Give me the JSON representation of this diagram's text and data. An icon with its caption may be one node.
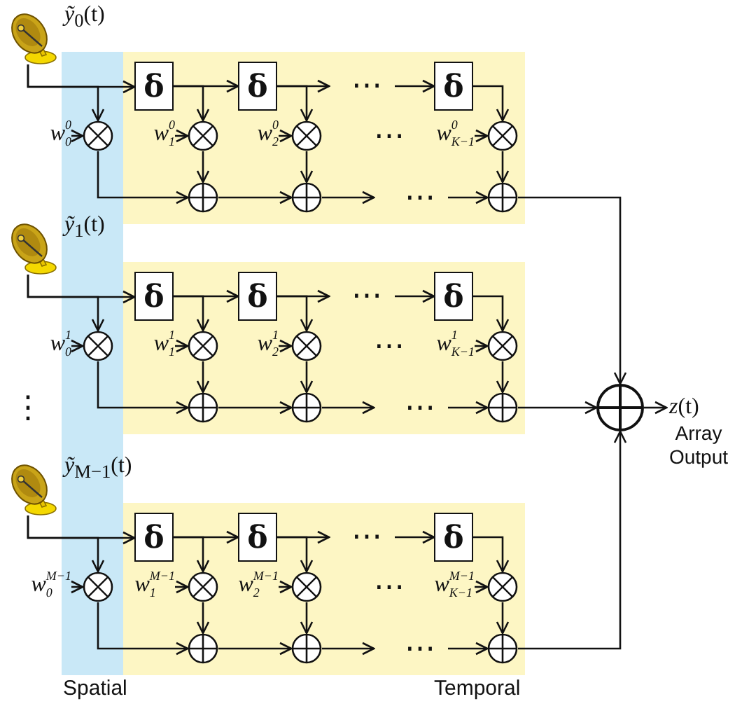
{
  "diagram": {
    "nodes": [
      {
        "text": [],
        "shape": "picture",
        "beside": [
          "*ỹ*$_{0}$(t)"
        ]
      },
      {
        "text": [
          "δ"
        ]
      },
      {
        "text": [
          "δ"
        ]
      },
      {
        "text": [
          "δ"
        ]
      },
      {
        "text": [
          "w$_{0}$$^{0}$"
        ]
      },
      {
        "text": [],
        "shape": "circle"
      },
      {
        "text": [
          "w$_{1}$$^{0}$"
        ]
      },
      {
        "text": [],
        "shape": "circle"
      },
      {
        "text": [
          "w$_{2}$$^{0}$"
        ]
      },
      {
        "text": [],
        "shape": "circle"
      },
      {
        "text": [
          "w$_{K−1}$$^{0}$"
        ]
      },
      {
        "text": [],
        "shape": "circle"
      },
      {
        "text": [],
        "shape": "circle"
      },
      {
        "text": [],
        "shape": "circle"
      },
      {
        "text": [],
        "shape": "circle"
      },
      {
        "text": [],
        "shape": "picture",
        "beside": [
          "*ỹ*$_{1}$(t)"
        ]
      },
      {
        "text": [
          "δ"
        ]
      },
      {
        "text": [
          "δ"
        ]
      },
      {
        "text": [
          "δ"
        ]
      },
      {
        "text": [
          "w$_{0}$$^{1}$"
        ]
      },
      {
        "text": [],
        "shape": "circle"
      },
      {
        "text": [
          "w$_{1}$$^{1}$"
        ]
      },
      {
        "text": [],
        "shape": "circle"
      },
      {
        "text": [
          "w$_{2}$$^{1}$"
        ]
      },
      {
        "text": [],
        "shape": "circle"
      },
      {
        "text": [
          "w$_{K−1}$$^{1}$"
        ]
      },
      {
        "text": [],
        "shape": "circle"
      },
      {
        "text": [],
        "shape": "circle"
      },
      {
        "text": [],
        "shape": "circle"
      },
      {
        "text": [],
        "shape": "circle"
      },
      {
        "text": [],
        "shape": "picture",
        "beside": [
          "*ỹ*$_{M−1}$(t)"
        ]
      },
      {
        "text": [
          "δ"
        ]
      },
      {
        "text": [
          "δ"
        ]
      },
      {
        "text": [
          "δ"
        ]
      },
      {
        "text": [
          "w$_{0}$$^{M−1}$"
        ]
      },
      {
        "text": [],
        "shape": "circle"
      },
      {
        "text": [
          "w$_{1}$$^{M−1}$"
        ]
      },
      {
        "text": [],
        "shape": "circle"
      },
      {
        "text": [
          "w$_{2}$$^{M−1}$"
        ]
      },
      {
        "text": [],
        "shape": "circle"
      },
      {
        "text": [
          "w$_{K−1}$$^{M−1}$"
        ]
      },
      {
        "text": [],
        "shape": "circle"
      },
      {
        "text": [],
        "shape": "circle"
      },
      {
        "text": [],
        "shape": "circle"
      },
      {
        "text": [],
        "shape": "circle"
      },
      {
        "text": [],
        "shape": "circle"
      },
      {
        "text": [
          "*z*(t)",
          "Array Output"
        ]
      }
    ],
    "edges": [
      {
        "from": 0,
        "to": 1,
        "arrow": "to"
      },
      {
        "from": 0,
        "to": 5,
        "arrow": "to"
      },
      {
        "from": 1,
        "to": 2,
        "arrow": "to"
      },
      {
        "from": 1,
        "to": 7,
        "arrow": "to"
      },
      {
        "from": 2,
        "to": null,
        "arrow": "to"
      },
      {
        "from": 2,
        "to": 9,
        "arrow": "to"
      },
      {
        "from": null,
        "to": 3,
        "arrow": "to"
      },
      {
        "from": 3,
        "to": 11,
        "arrow": "to"
      },
      {
        "from": 4,
        "to": 5,
        "arrow": "to"
      },
      {
        "from": 6,
        "to": 7,
        "arrow": "to"
      },
      {
        "from": 8,
        "to": 9,
        "arrow": "to"
      },
      {
        "from": 10,
        "to": 11,
        "arrow": "to"
      },
      {
        "from": 5,
        "to": 12,
        "arrow": "to"
      },
      {
        "from": 7,
        "to": 12,
        "arrow": "to"
      },
      {
        "from": 12,
        "to": 13,
        "arrow": "to"
      },
      {
        "from": 9,
        "to": 13,
        "arrow": "to"
      },
      {
        "from": 13,
        "to": null,
        "arrow": "to"
      },
      {
        "from": null,
        "to": 14,
        "arrow": "to"
      },
      {
        "from": 11,
        "to": 14,
        "arrow": "to"
      },
      {
        "from": 14,
        "to": 45,
        "arrow": "to"
      },
      {
        "from": 15,
        "to": 16,
        "arrow": "to"
      },
      {
        "from": 15,
        "to": 20,
        "arrow": "to"
      },
      {
        "from": 16,
        "to": 17,
        "arrow": "to"
      },
      {
        "from": 16,
        "to": 22,
        "arrow": "to"
      },
      {
        "from": 17,
        "to": null,
        "arrow": "to"
      },
      {
        "from": 17,
        "to": 24,
        "arrow": "to"
      },
      {
        "from": null,
        "to": 18,
        "arrow": "to"
      },
      {
        "from": 18,
        "to": 26,
        "arrow": "to"
      },
      {
        "from": 19,
        "to": 20,
        "arrow": "to"
      },
      {
        "from": 21,
        "to": 22,
        "arrow": "to"
      },
      {
        "from": 23,
        "to": 24,
        "arrow": "to"
      },
      {
        "from": 25,
        "to": 26,
        "arrow": "to"
      },
      {
        "from": 20,
        "to": 27,
        "arrow": "to"
      },
      {
        "from": 22,
        "to": 27,
        "arrow": "to"
      },
      {
        "from": 27,
        "to": 28,
        "arrow": "to"
      },
      {
        "from": 24,
        "to": 28,
        "arrow": "to"
      },
      {
        "from": 28,
        "to": null,
        "arrow": "to"
      },
      {
        "from": null,
        "to": 29,
        "arrow": "to"
      },
      {
        "from": 26,
        "to": 29,
        "arrow": "to"
      },
      {
        "from": 29,
        "to": 45,
        "arrow": "to"
      },
      {
        "from": 30,
        "to": 31,
        "arrow": "to"
      },
      {
        "from": 30,
        "to": 35,
        "arrow": "to"
      },
      {
        "from": 31,
        "to": 32,
        "arrow": "to"
      },
      {
        "from": 31,
        "to": 37,
        "arrow": "to"
      },
      {
        "from": 32,
        "to": null,
        "arrow": "to"
      },
      {
        "from": 32,
        "to": 39,
        "arrow": "to"
      },
      {
        "from": null,
        "to": 33,
        "arrow": "to"
      },
      {
        "from": 33,
        "to": 41,
        "arrow": "to"
      },
      {
        "from": 34,
        "to": 35,
        "arrow": "to"
      },
      {
        "from": 36,
        "to": 37,
        "arrow": "to"
      },
      {
        "from": 38,
        "to": 39,
        "arrow": "to"
      },
      {
        "from": 40,
        "to": 41,
        "arrow": "to"
      },
      {
        "from": 35,
        "to": 42,
        "arrow": "to"
      },
      {
        "from": 37,
        "to": 42,
        "arrow": "to"
      },
      {
        "from": 42,
        "to": 43,
        "arrow": "to"
      },
      {
        "from": 39,
        "to": 43,
        "arrow": "to"
      },
      {
        "from": 43,
        "to": null,
        "arrow": "to"
      },
      {
        "from": null,
        "to": 44,
        "arrow": "to"
      },
      {
        "from": 41,
        "to": 44,
        "arrow": "to"
      },
      {
        "from": 44,
        "to": 45,
        "arrow": "to"
      },
      {
        "from": 45,
        "to": 46,
        "arrow": "to"
      }
    ],
    "labels": [
      "⋯",
      "⋯",
      "⋯",
      "⋯",
      "⋯",
      "⋯",
      "⋮",
      "⋯",
      "⋯",
      "⋯",
      "Spatial",
      "Temporal"
    ]
  }
}
